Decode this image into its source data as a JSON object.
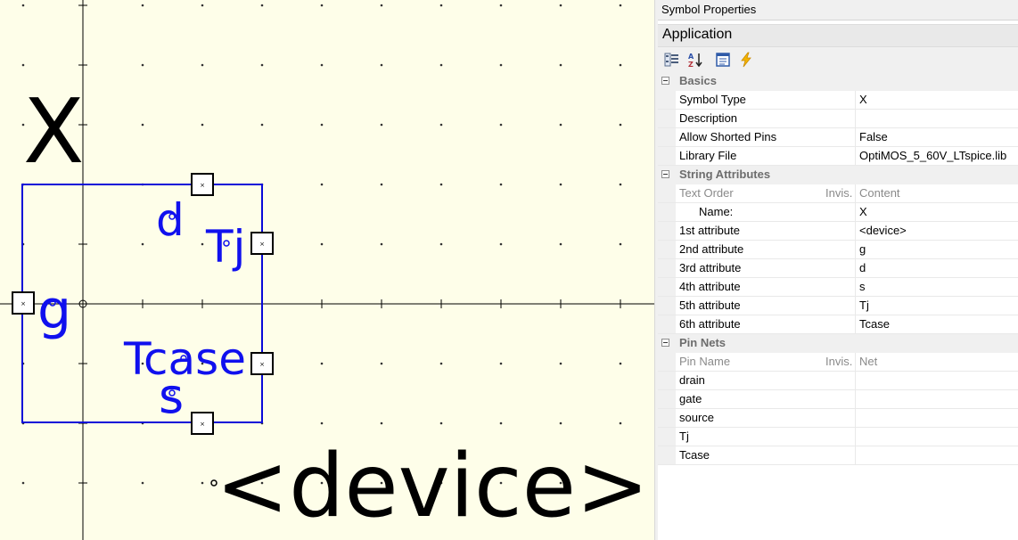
{
  "canvas": {
    "instance_name_label": "X",
    "value_label": "<device>",
    "pins": {
      "gate": "g",
      "drain": "d",
      "source": "s",
      "tj": "Tj",
      "tcase": "Tcase"
    }
  },
  "panel": {
    "title": "Symbol Properties",
    "object_name": "Application",
    "toolbar": [
      "categorized-view-icon",
      "alphabetical-sort-icon",
      "property-pages-icon",
      "events-lightning-icon"
    ],
    "basics": {
      "title": "Basics",
      "rows": [
        {
          "label": "Symbol Type",
          "value": "X"
        },
        {
          "label": "Description",
          "value": ""
        },
        {
          "label": "Allow Shorted Pins",
          "value": "False"
        },
        {
          "label": "Library File",
          "value": "OptiMOS_5_60V_LTspice.lib"
        }
      ]
    },
    "string_attributes": {
      "title": "String Attributes",
      "header": {
        "col1": "Text Order",
        "invis": "Invis.",
        "col2": "Content"
      },
      "rows": [
        {
          "label": "Name:",
          "value": "X"
        },
        {
          "label": "1st attribute",
          "value": "<device>"
        },
        {
          "label": "2nd attribute",
          "value": "g"
        },
        {
          "label": "3rd attribute",
          "value": "d"
        },
        {
          "label": "4th attribute",
          "value": "s"
        },
        {
          "label": "5th attribute",
          "value": "Tj"
        },
        {
          "label": "6th attribute",
          "value": "Tcase"
        }
      ]
    },
    "pin_nets": {
      "title": "Pin Nets",
      "header": {
        "col1": "Pin Name",
        "invis": "Invis.",
        "col2": "Net"
      },
      "rows": [
        {
          "label": "drain",
          "value": ""
        },
        {
          "label": "gate",
          "value": ""
        },
        {
          "label": "source",
          "value": ""
        },
        {
          "label": "Tj",
          "value": ""
        },
        {
          "label": "Tcase",
          "value": ""
        }
      ]
    }
  }
}
